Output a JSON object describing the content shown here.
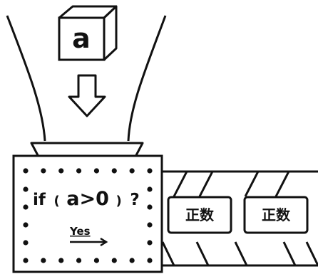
{
  "cube": {
    "label": "a"
  },
  "machine": {
    "condition_prefix": "if",
    "condition_open": "(",
    "condition_expr": "a>0",
    "condition_close": ")",
    "condition_question": "?",
    "yes_label": "Yes"
  },
  "conveyor": {
    "boxes": [
      {
        "label": "正数"
      },
      {
        "label": "正数"
      }
    ]
  },
  "colors": {
    "stroke": "#111111",
    "fill": "#ffffff"
  }
}
